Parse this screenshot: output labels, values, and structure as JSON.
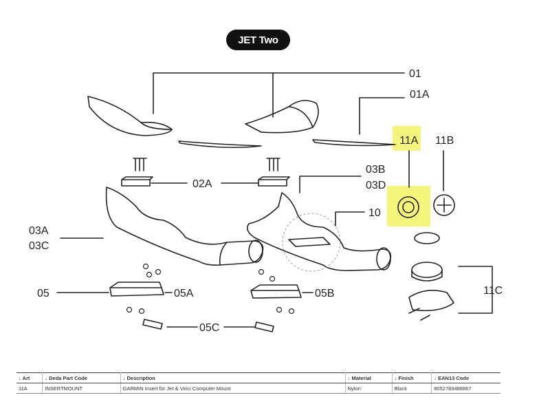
{
  "title": "JET Two",
  "callouts": {
    "c01": "01",
    "c01a": "01A",
    "c11a": "11A",
    "c11b": "11B",
    "c03b": "03B",
    "c03d": "03D",
    "c02a": "02A",
    "c10": "10",
    "c03a": "03A",
    "c03c": "03C",
    "c05": "05",
    "c05a": "05A",
    "c05b": "05B",
    "c05c": "05C",
    "c11c": "11C"
  },
  "highlight_color": "#f4f57a",
  "table": {
    "headers": [
      "Art",
      "Deda Part Code",
      "Description",
      "Material",
      "Finish",
      "EAN13 Code"
    ],
    "sort_icon": "arrow-down-icon",
    "rows": [
      [
        "11A",
        "INSERTMOUNT",
        "GARMIN Insert for Jet & Vinci Computer Mount",
        "Nylon",
        "Black",
        "8052783488867"
      ]
    ]
  }
}
